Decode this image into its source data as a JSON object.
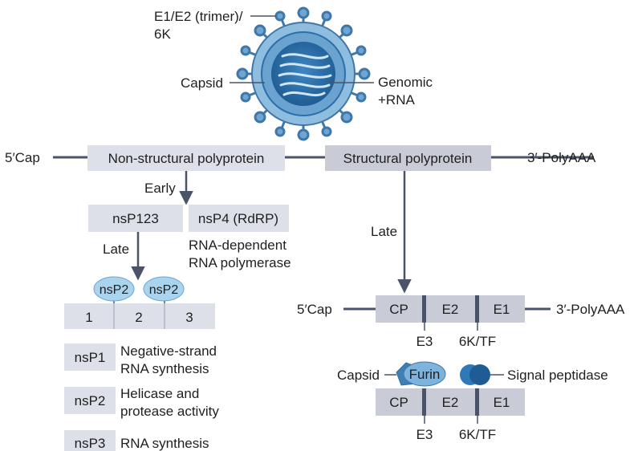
{
  "virion": {
    "envelope_label_line1": "E1/E2 (trimer)/",
    "envelope_label_line2": "6K",
    "capsid_label": "Capsid",
    "rna_label_line1": "Genomic",
    "rna_label_line2": "+RNA"
  },
  "genome": {
    "five_cap": "5′Cap",
    "nonstructural": "Non-structural polyprotein",
    "structural": "Structural polyprotein",
    "three_poly": "3′-PolyAAA"
  },
  "nonstructural_branch": {
    "early": "Early",
    "nsp123": "nsP123",
    "nsp4": "nsP4 (RdRP)",
    "rdrp_desc_line1": "RNA-dependent",
    "rdrp_desc_line2": "RNA polymerase",
    "late": "Late",
    "nsp2_left": "nsP2",
    "nsp2_right": "nsP2",
    "segments": [
      "1",
      "2",
      "3"
    ],
    "functions": [
      {
        "name": "nsP1",
        "line1": "Negative-strand",
        "line2": "RNA synthesis"
      },
      {
        "name": "nsP2",
        "line1": "Helicase and",
        "line2": "protease activity"
      },
      {
        "name": "nsP3",
        "line1": "RNA synthesis",
        "line2": ""
      }
    ]
  },
  "structural_branch": {
    "late": "Late",
    "five_cap": "5′Cap",
    "three_poly": "3′-PolyAAA",
    "segments": [
      "CP",
      "E2",
      "E1"
    ],
    "e3": "E3",
    "sixk": "6K/TF",
    "capsid_label": "Capsid",
    "furin_label": "Furin",
    "signal_label": "Signal peptidase",
    "segments2": [
      "CP",
      "E2",
      "E1"
    ],
    "e3_2": "E3",
    "sixk_2": "6K/TF"
  },
  "colors": {
    "box_gray": "#dde0e8",
    "box_structural": "#c9ccd6",
    "line": "#4a5368",
    "virus_outer": "#7fb0d8",
    "virus_inner": "#2d6fa8",
    "spike": "#5d97c6",
    "nsp2_fill": "#aad3ee"
  }
}
